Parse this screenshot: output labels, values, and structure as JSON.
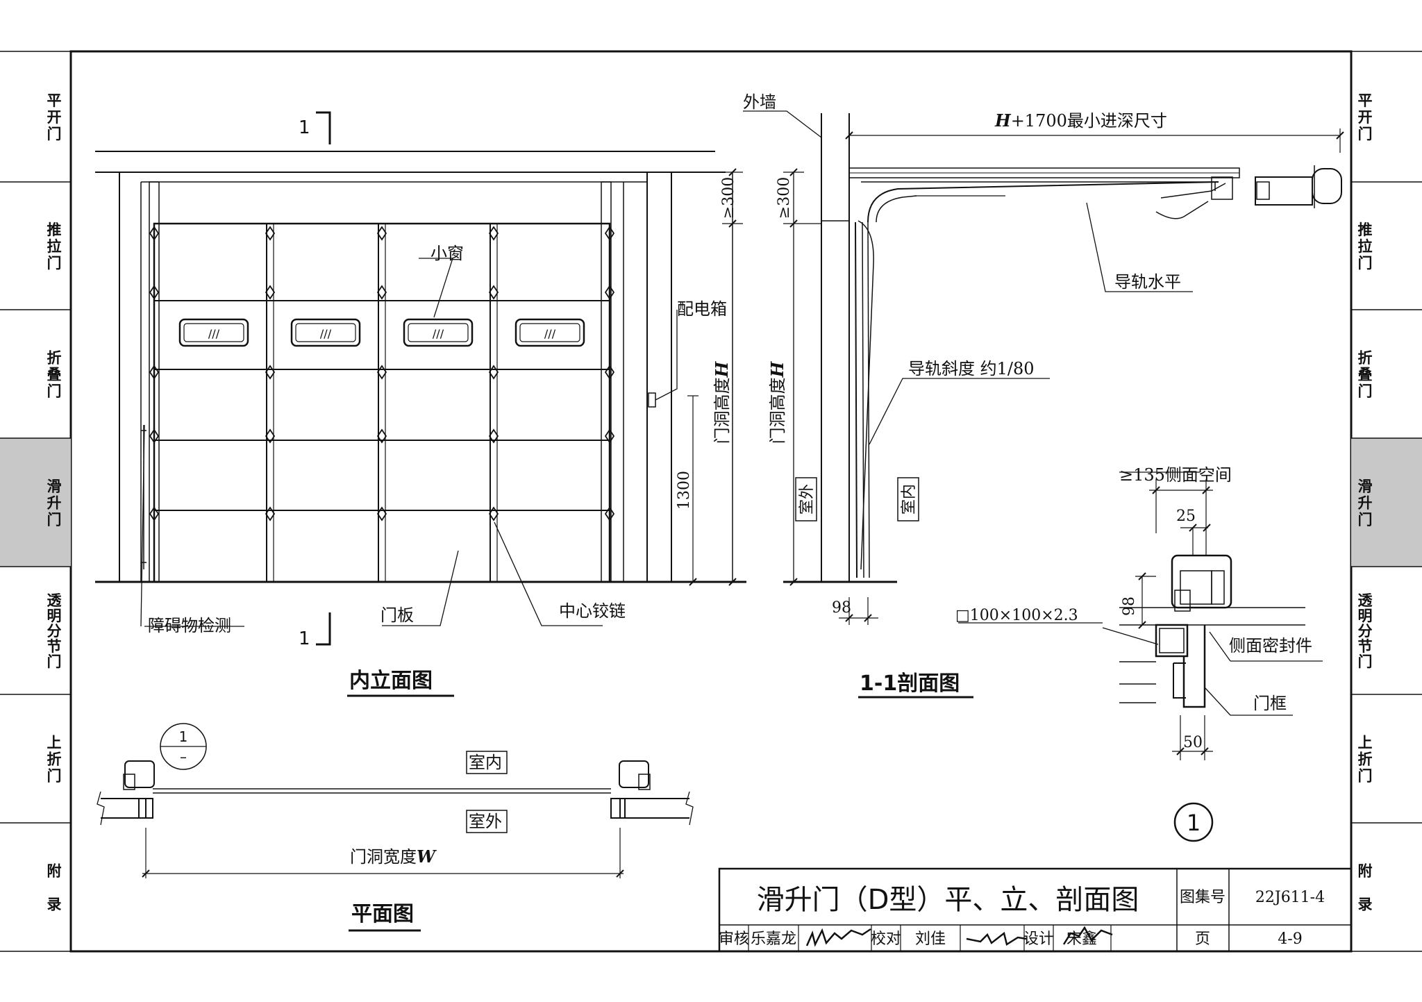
{
  "side_tabs": {
    "items": [
      "平开门",
      "推拉门",
      "折叠门",
      "滑升门",
      "透明分节门",
      "上折门",
      "附录"
    ],
    "active_index": 3,
    "active_color": "#c8c8c8"
  },
  "elevation": {
    "title": "内立面图",
    "section_mark": "1",
    "labels": {
      "window": "小窗",
      "panel": "门板",
      "hinge": "中心铰链",
      "obstacle": "障碍物检测",
      "switchbox": "配电箱",
      "height": "门洞高度",
      "height_var": "H",
      "min300": "≥300",
      "dim1300": "1300",
      "window_mark": "///"
    }
  },
  "section": {
    "title": "1-1剖面图",
    "labels": {
      "outer_wall": "外墙",
      "depth_var": "H",
      "depth": "+1700最小进深尺寸",
      "rail_horizontal": "导轨水平",
      "rail_slope": "导轨斜度 约1/80",
      "min300": "≥300",
      "height": "门洞高度",
      "height_var": "H",
      "outside": "室外",
      "inside": "室内",
      "dim98": "98"
    }
  },
  "detail": {
    "side_space": "≥135侧面空间",
    "dim25": "25",
    "dim98": "98",
    "tube": "□100×100×2.3",
    "seal": "侧面密封件",
    "frame": "门框",
    "dim50": "50",
    "detail_no": "1"
  },
  "plan": {
    "title": "平面图",
    "inside": "室内",
    "outside": "室外",
    "width": "门洞宽度",
    "width_var": "W",
    "index_top": "1",
    "index_bottom": "–"
  },
  "title_block": {
    "title": "滑升门（D型）平、立、剖面图",
    "atlas_label": "图集号",
    "atlas_no": "22J611-4",
    "review_label": "审核",
    "reviewer": "乐嘉龙",
    "check_label": "校对",
    "checker": "刘佳",
    "design_label": "设计",
    "designer": "宋鑫",
    "page_label": "页",
    "page_no": "4-9"
  }
}
